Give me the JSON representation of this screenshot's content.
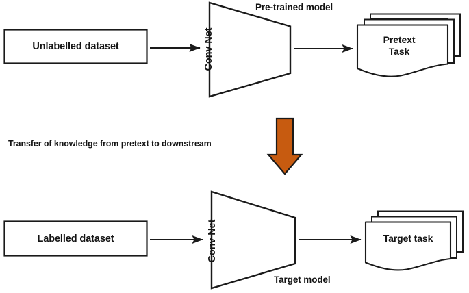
{
  "diagram": {
    "title": "Self-supervised pretext to downstream transfer pipeline",
    "colors": {
      "stroke": "#1a1a1a",
      "text": "#141414",
      "arrow_orange_fill": "#C75B10",
      "arrow_orange_stroke": "#1a1a1a",
      "background": "#ffffff"
    },
    "top_row": {
      "dataset_box_label": "Unlabelled dataset",
      "model_shape_label": "Conv Net",
      "model_caption": "Pre-trained model",
      "output_label_line1": "Pretext",
      "output_label_line2": "Task",
      "arrow_in_icon": "arrow-right-icon",
      "arrow_out_icon": "arrow-right-icon"
    },
    "middle_row": {
      "transfer_text": "Transfer of knowledge from pretext to downstream",
      "transfer_arrow_icon": "arrow-down-icon"
    },
    "bottom_row": {
      "dataset_box_label": "Labelled dataset",
      "model_shape_label": "Conv Net",
      "model_caption": "Target model",
      "output_label": "Target task",
      "arrow_in_icon": "arrow-right-icon",
      "arrow_out_icon": "arrow-right-icon"
    }
  }
}
